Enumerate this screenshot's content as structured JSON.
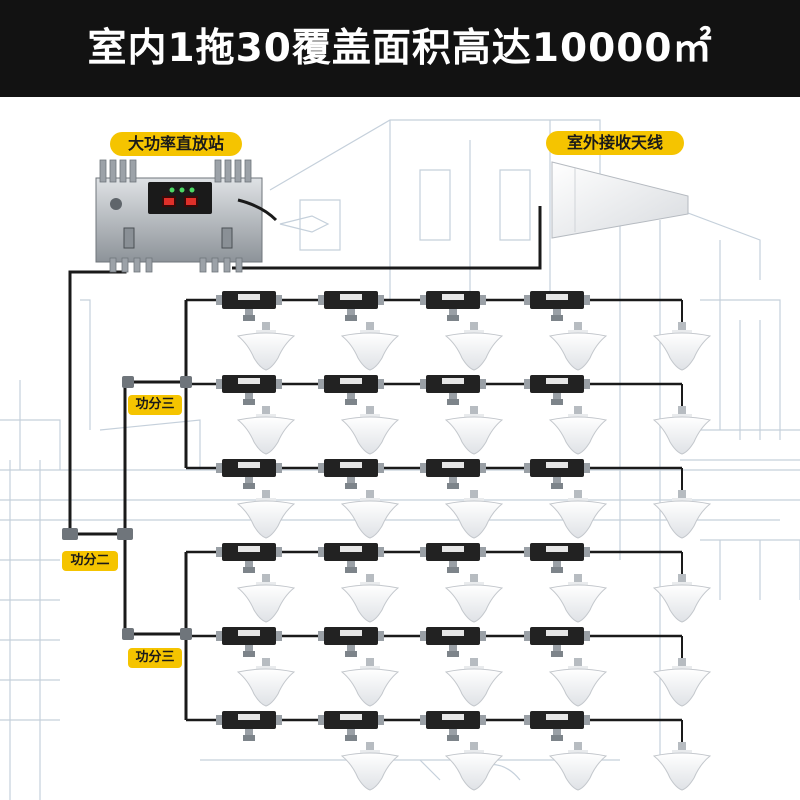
{
  "header": {
    "title": "室内1拖30覆盖面积高达10000㎡"
  },
  "labels": {
    "repeater": "大功率直放站",
    "outdoor_antenna": "室外接收天线",
    "splitter_two": "功分二",
    "splitter_three": "功分三"
  },
  "colors": {
    "header_bg": "#121212",
    "tag_bg": "#f5c400",
    "cable": "#1a1a1a",
    "sketch": "#c5d0db"
  }
}
